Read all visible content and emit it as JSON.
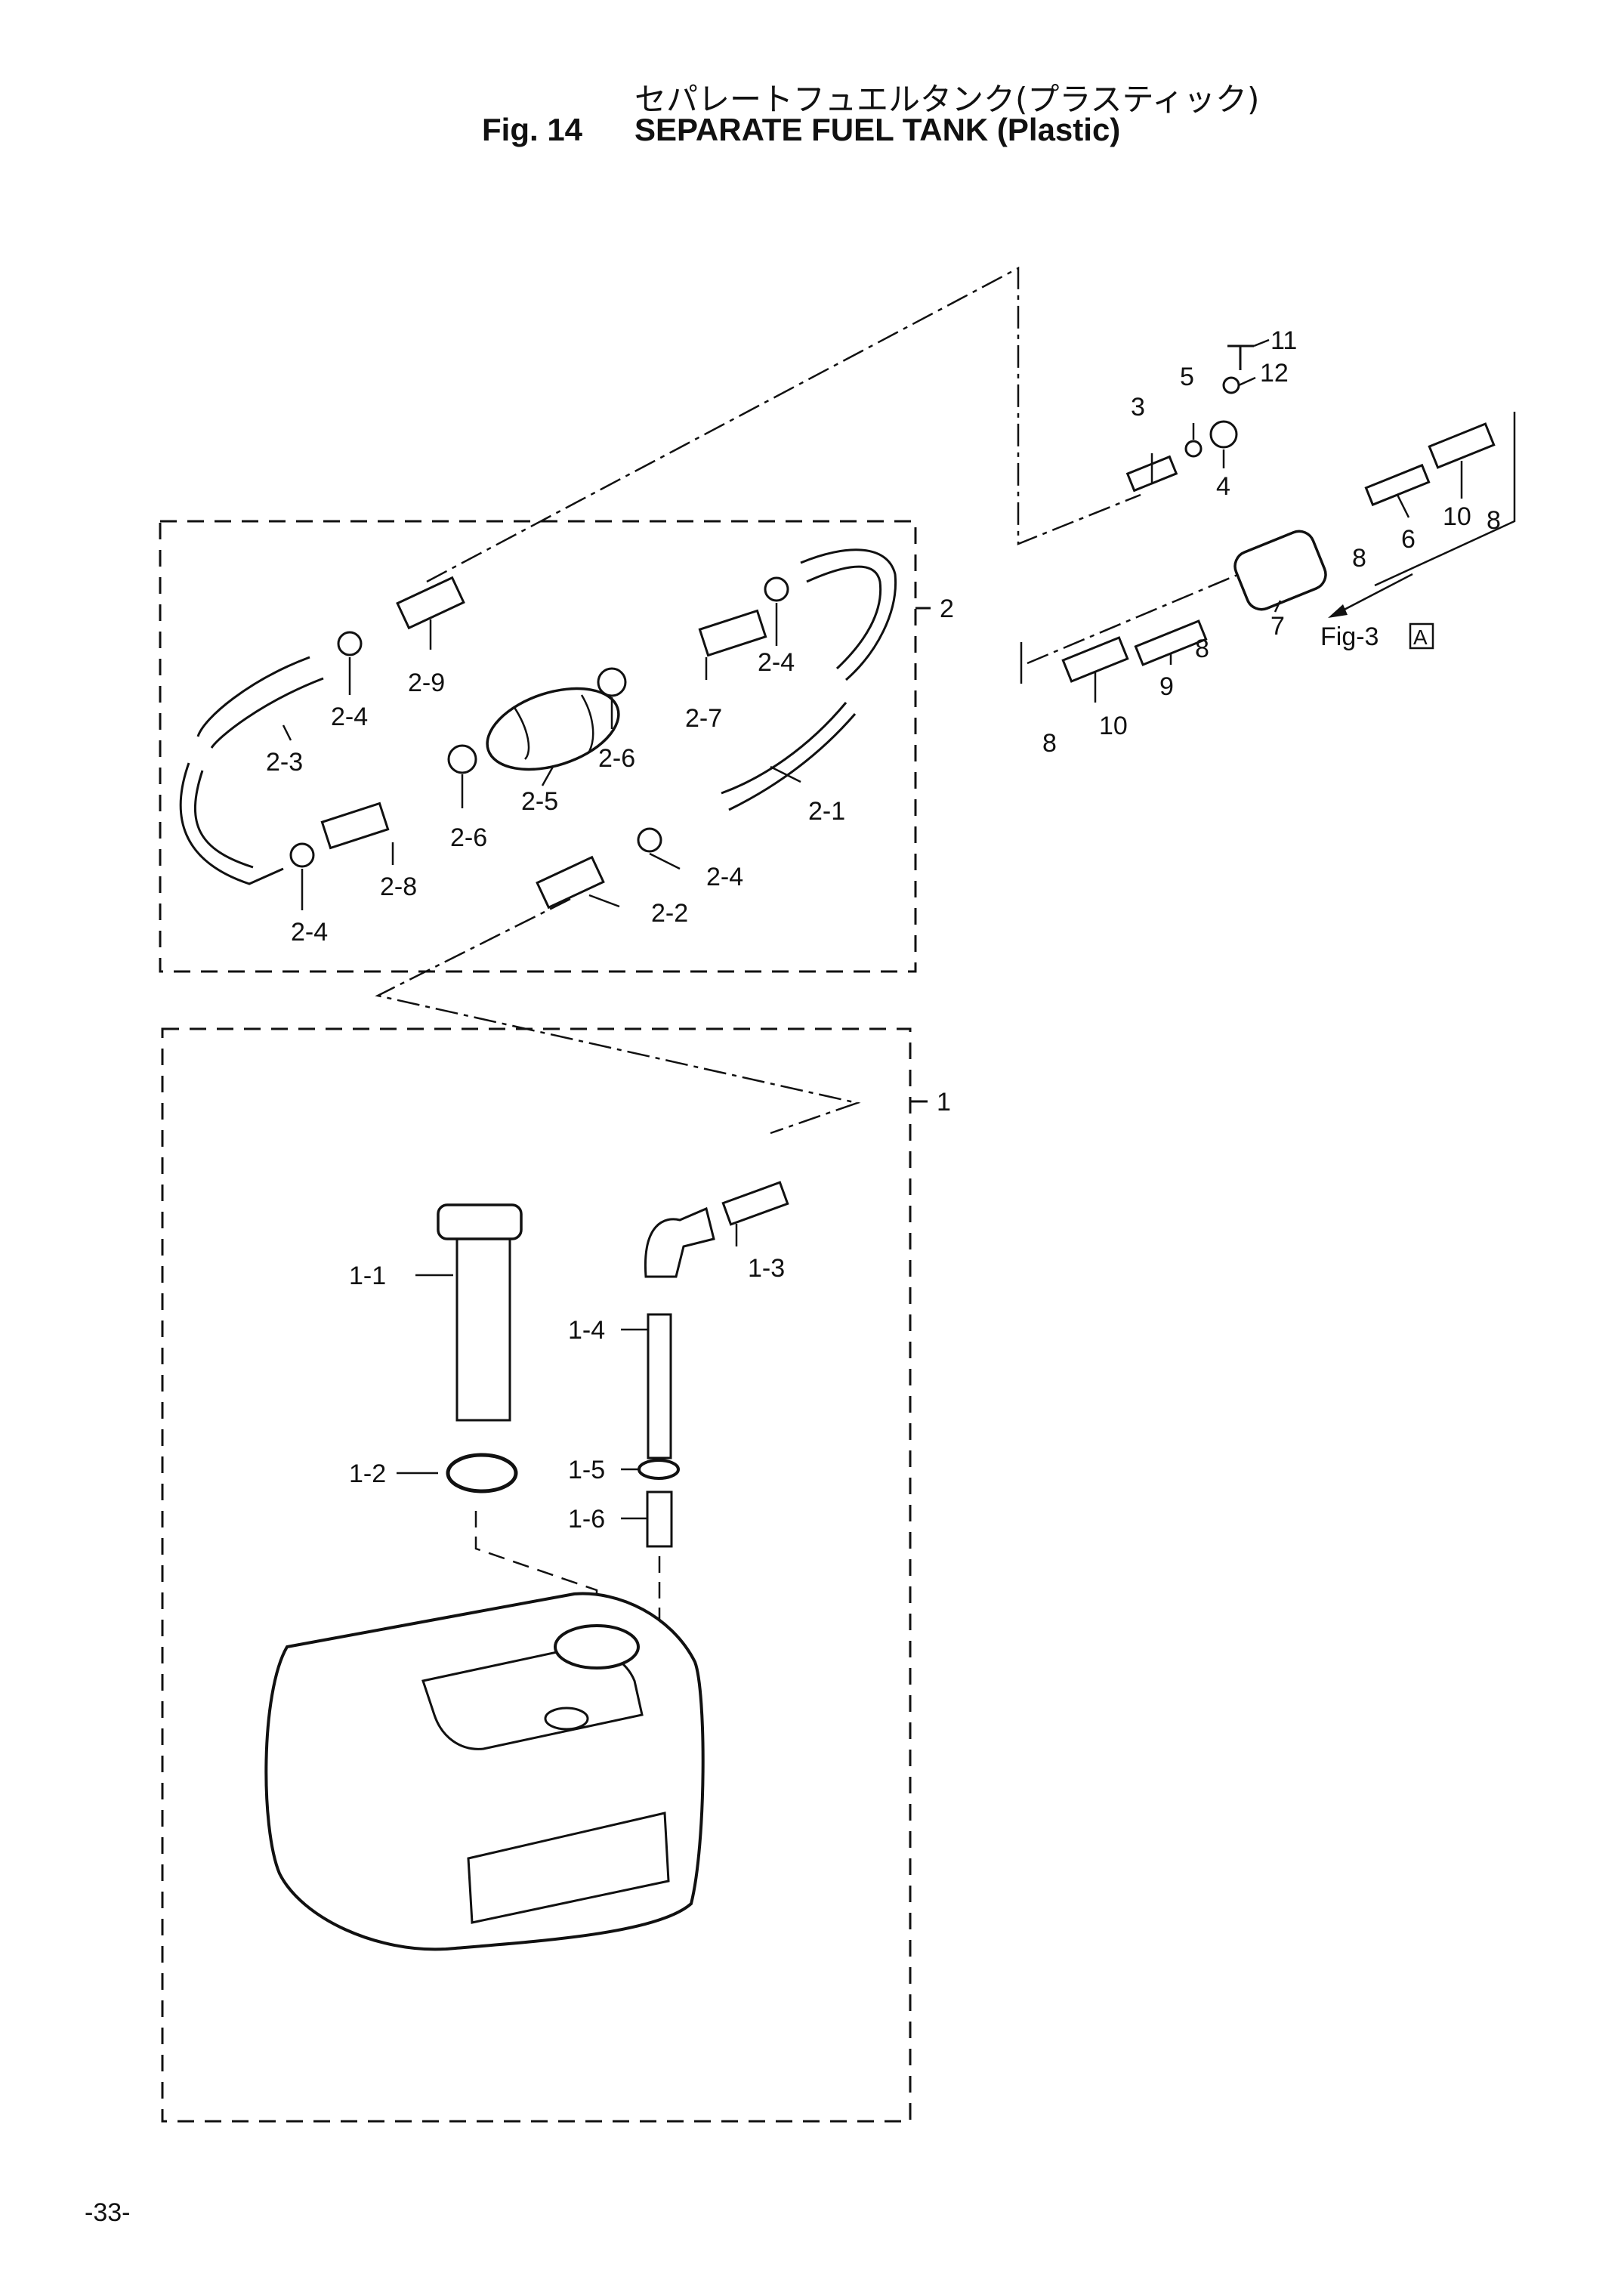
{
  "header": {
    "title_jp": "セパレートフュエルタンク(プラスティック)",
    "fig_label": "Fig. 14",
    "title_en": "SEPARATE FUEL TANK (Plastic)"
  },
  "callouts": {
    "c1": "1",
    "c1_1": "1-1",
    "c1_2": "1-2",
    "c1_3": "1-3",
    "c1_4": "1-4",
    "c1_5": "1-5",
    "c1_6": "1-6",
    "c2": "2",
    "c2_1": "2-1",
    "c2_2": "2-2",
    "c2_3": "2-3",
    "c2_4a": "2-4",
    "c2_4b": "2-4",
    "c2_4c": "2-4",
    "c2_4d": "2-4",
    "c2_5": "2-5",
    "c2_6a": "2-6",
    "c2_6b": "2-6",
    "c2_7": "2-7",
    "c2_8": "2-8",
    "c2_9": "2-9",
    "c3": "3",
    "c4": "4",
    "c5": "5",
    "c6": "6",
    "c7": "7",
    "c8a": "8",
    "c8b": "8",
    "c8c": "8",
    "c8d": "8",
    "c9": "9",
    "c10a": "10",
    "c10b": "10",
    "c11": "11",
    "c12": "12"
  },
  "reference": {
    "fig_ref": "Fig-3",
    "fig_ref_box": "A"
  },
  "footer": {
    "page_number": "-33-"
  }
}
